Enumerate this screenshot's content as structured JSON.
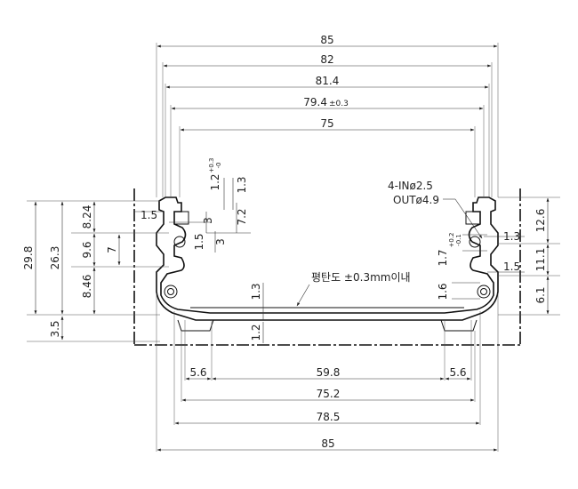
{
  "top_dims": {
    "d85": "85",
    "d82": "82",
    "d81_4": "81.4",
    "d79_4": "79.4",
    "d79_4_tol": "±0.3",
    "d75": "75"
  },
  "bottom_dims": {
    "d5_6_left": "5.6",
    "d59_8": "59.8",
    "d5_6_right": "5.6",
    "d75_2": "75.2",
    "d78_5": "78.5",
    "d85": "85"
  },
  "left_dims": {
    "d29_8": "29.8",
    "d26_3": "26.3",
    "d8_24": "8.24",
    "d9_6": "9.6",
    "d7": "7",
    "d8_46": "8.46",
    "d3_5": "3.5"
  },
  "detail_dims": {
    "d1_5_a": "1.5",
    "d3_a": "3",
    "d1_5_b": "1.5",
    "d3_b": "3",
    "d1_2": "1.2",
    "d1_2_tol_upper": "+0.3",
    "d1_2_tol_lower": "-0",
    "d1_3_a": "1.3",
    "d7_2": "7.2",
    "d1_3_b": "1.3",
    "d1_2_b": "1.2"
  },
  "right_dims": {
    "hole_line1": "4-INø2.5",
    "hole_line2": "OUTø4.9",
    "d12_6": "12.6",
    "d1_3": "1.3",
    "d1_7": "1.7",
    "d1_7_tol_upper": "+0.2",
    "d1_7_tol_lower": "-0.1",
    "d11_1": "11.1",
    "d1_5": "1.5",
    "d1_6": "1.6",
    "d6_1": "6.1"
  },
  "notes": {
    "flatness": "평탄도 ±0.3mm이내"
  }
}
